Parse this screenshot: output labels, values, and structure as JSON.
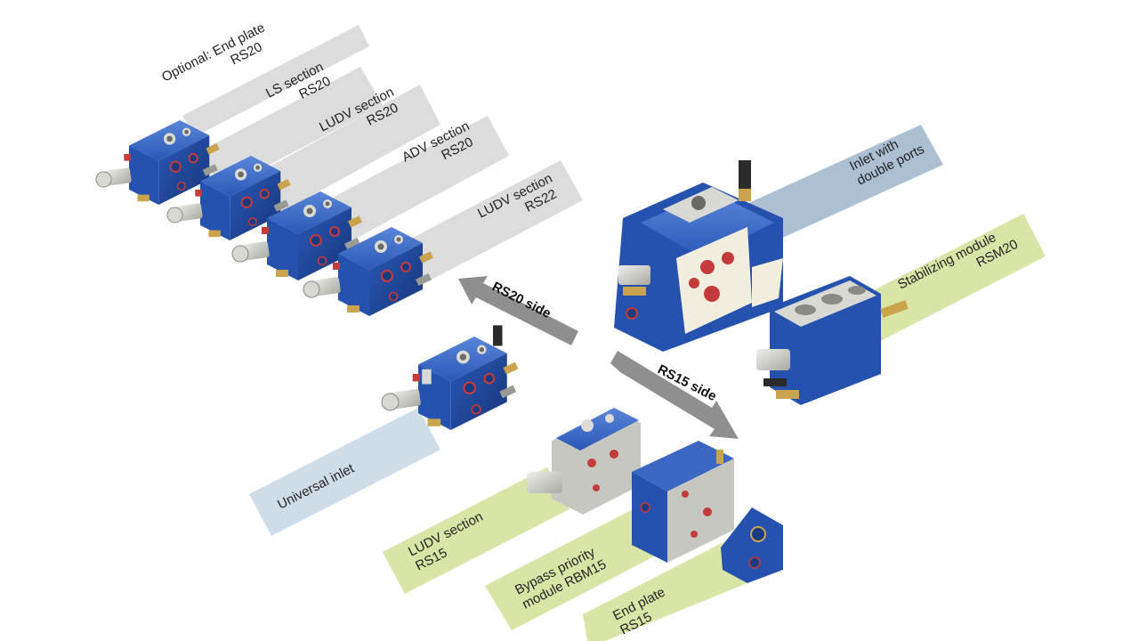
{
  "colors": {
    "band_gray": "#dcdcdc",
    "band_blue": "#adc0d3",
    "band_lightblue": "#cfdde8",
    "band_green": "#d9e5a6",
    "arrow_gray": "#8f8f8f",
    "valve_blue": "#2a58b7",
    "valve_blue_dark": "#1b3e8a",
    "valve_blue_light": "#4a78cf",
    "metal": "#c7c7c2",
    "port_red": "#c33b3b",
    "brass": "#c9a44d"
  },
  "labels": {
    "end_plate_rs20": {
      "line1": "Optional: End plate",
      "line2": "RS20",
      "icon": "end-plate-rs20"
    },
    "ls_section": {
      "line1": "LS section",
      "line2": "RS20",
      "icon": "ls-section-valve"
    },
    "ludv_rs20": {
      "line1": "LUDV section",
      "line2": "RS20",
      "icon": "ludv-section-valve"
    },
    "adv_rs20": {
      "line1": "ADV section",
      "line2": "RS20",
      "icon": "adv-section-valve"
    },
    "ludv_rs22": {
      "line1": "LUDV section",
      "line2": "RS22",
      "icon": "ludv-section-valve"
    },
    "inlet_double": {
      "line1": "Inlet with",
      "line2": "double ports",
      "icon": "inlet-block"
    },
    "stabilizing": {
      "line1": "Stabilizing module",
      "line2": "RSM20",
      "icon": "stabilizing-module"
    },
    "universal_inlet": {
      "line1": "Universal inlet",
      "icon": "universal-inlet"
    },
    "ludv_rs15": {
      "line1": "LUDV section",
      "line2": "RS15",
      "icon": "ludv-section-valve"
    },
    "bypass": {
      "line1": "Bypass priority",
      "line2": "module RBM15",
      "icon": "bypass-module"
    },
    "end_plate_rs15": {
      "line1": "End plate",
      "line2": "RS15",
      "icon": "end-plate-rs15"
    }
  },
  "arrows": {
    "rs20_side": "RS20 side",
    "rs15_side": "RS15 side"
  }
}
